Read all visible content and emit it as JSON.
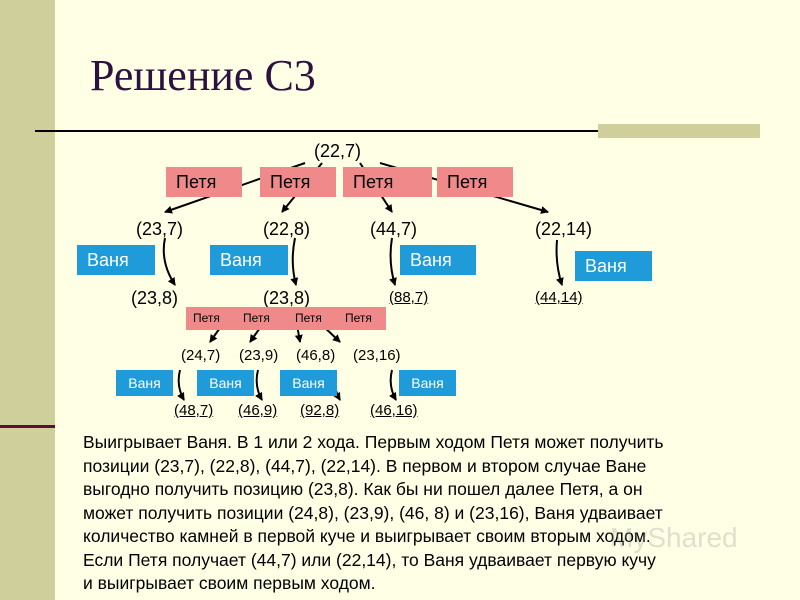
{
  "title": "Решение С3",
  "level0": {
    "pos": "(22,7)",
    "moves": [
      "Петя",
      "Петя",
      "Петя",
      "Петя"
    ]
  },
  "level1": {
    "positions": [
      "(23,7)",
      "(22,8)",
      "(44,7)",
      "(22,14)"
    ],
    "replies": [
      "Ваня",
      "Ваня",
      "Ваня",
      "Ваня"
    ],
    "results": [
      "(23,8)",
      "(23,8)",
      "(88,7)",
      "(44,14)"
    ]
  },
  "level2": {
    "moves": [
      "Петя",
      "Петя",
      "Петя",
      "Петя"
    ],
    "positions": [
      "(24,7)",
      "(23,9)",
      "(46,8)",
      "(23,16)"
    ],
    "replies": [
      "Ваня",
      "Ваня",
      "Ваня",
      "Ваня"
    ],
    "results": [
      "(48,7)",
      "(46,9)",
      "(92,8)",
      "(46,16)"
    ]
  },
  "explanation": [
    "Выигрывает Ваня. В 1 или 2 хода. Первым ходом Петя может получить",
    "позиции (23,7), (22,8), (44,7), (22,14). В первом и втором случае Ване",
    "выгодно получить позицию (23,8). Как бы ни пошел далее Петя, а он",
    "может получить позиции (24,8), (23,9), (46, 8) и (23,16), Ваня удваивает",
    "количество камней в первой куче и выигрывает своим вторым ходом.",
    "Если Петя получает (44,7) или (22,14), то Ваня удваивает первую кучу",
    "и выигрывает своим первым ходом."
  ],
  "watermark": "MyShared",
  "colors": {
    "move_box": "#f08a8a",
    "reply_box": "#1e9bd8",
    "title": "#2b1240",
    "sidebar": "#cfcf9b"
  }
}
